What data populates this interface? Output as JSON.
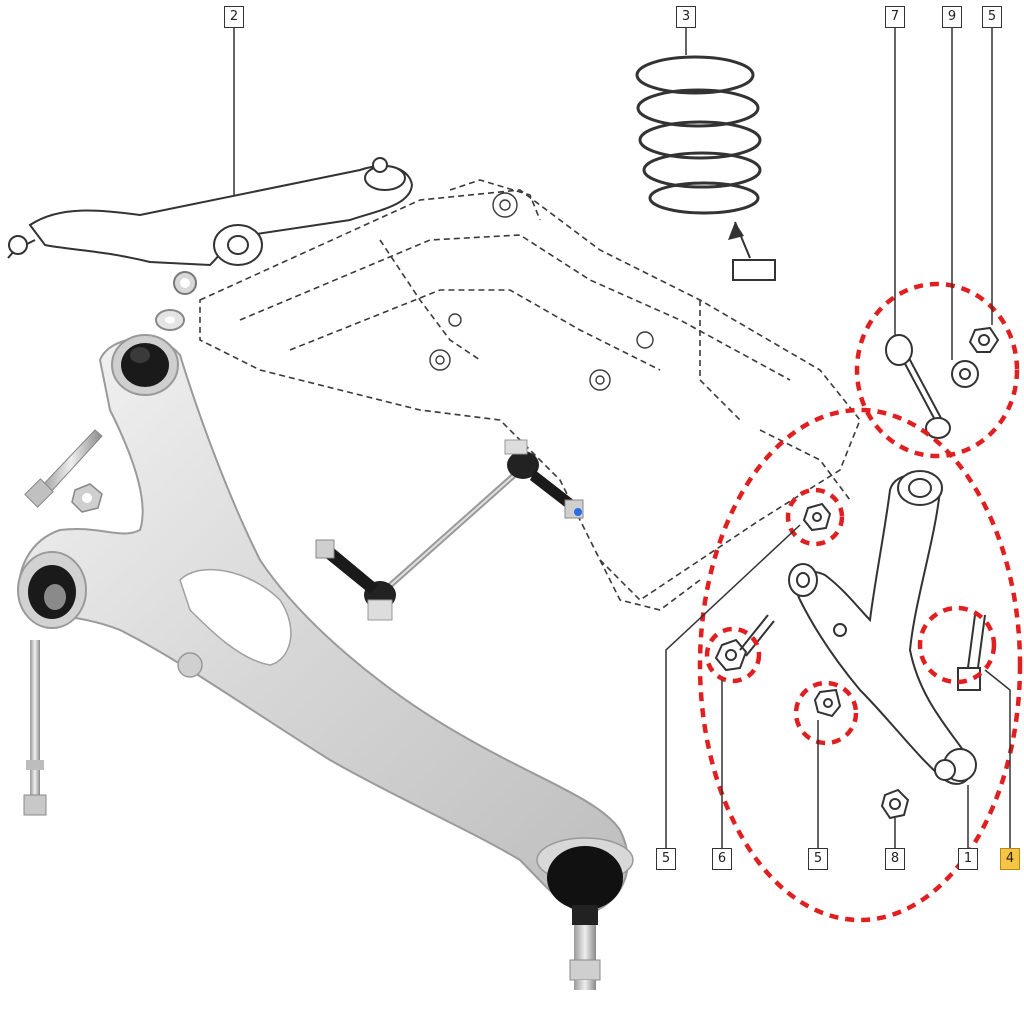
{
  "callouts": [
    {
      "label": "2"
    },
    {
      "label": "3"
    },
    {
      "label": "7"
    },
    {
      "label": "9"
    },
    {
      "label": "5"
    },
    {
      "label": "5"
    },
    {
      "label": "6"
    },
    {
      "label": "5"
    },
    {
      "label": "8"
    },
    {
      "label": "1"
    },
    {
      "label": "4",
      "highlighted": true
    }
  ],
  "colors": {
    "line": "#333333",
    "dashed_frame": "#3a3a3a",
    "highlight_dash": "#e02020",
    "aluminum": "#d9d9d9",
    "callout_highlight": "#f6c343"
  }
}
